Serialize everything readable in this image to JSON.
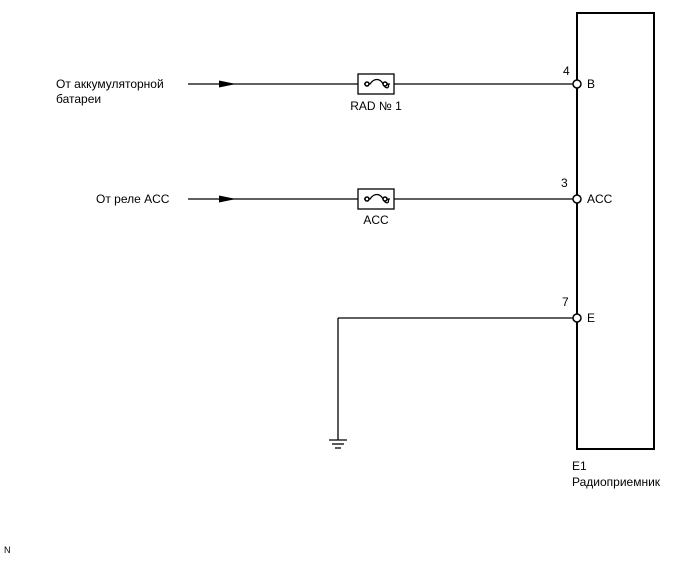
{
  "sources": {
    "battery_line1": "От аккумуляторной",
    "battery_line2": "батареи",
    "acc_relay": "От реле ACC"
  },
  "fuses": {
    "rad": "RAD № 1",
    "acc": "ACC"
  },
  "pins": {
    "b_number": "4",
    "b_label": "B",
    "acc_number": "3",
    "acc_label": "ACC",
    "e_number": "7",
    "e_label": "E"
  },
  "component": {
    "code": "E1",
    "name": "Радиоприемник"
  },
  "footer_mark": "N"
}
